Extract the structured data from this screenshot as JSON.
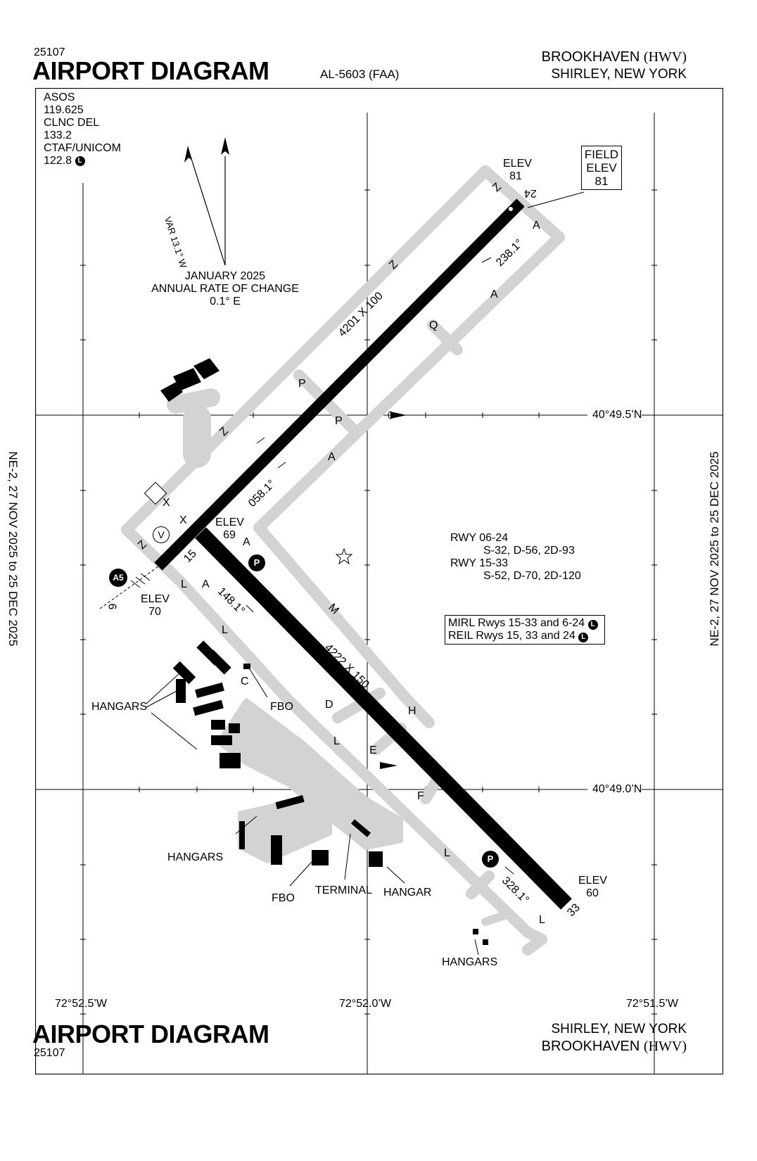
{
  "header": {
    "procedure_number_top": "25107",
    "title_top": "AIRPORT DIAGRAM",
    "chart_id": "AL-5603 (FAA)",
    "airport_top": "BROOKHAVEN",
    "ident_top": "(HWV)",
    "city_top": "SHIRLEY, NEW YORK"
  },
  "footer": {
    "title_bottom": "AIRPORT DIAGRAM",
    "procedure_number_bottom": "25107",
    "city_bottom": "SHIRLEY, NEW YORK",
    "airport_bottom": "BROOKHAVEN",
    "ident_bottom": "(HWV)"
  },
  "margins": {
    "left_effective": "NE-2, 27 NOV 2025 to 25 DEC 2025",
    "right_effective": "NE-2, 27 NOV 2025 to 25 DEC 2025"
  },
  "frequencies": {
    "asos_label": "ASOS",
    "asos_freq": "119.625",
    "clnc_label": "CLNC DEL",
    "clnc_freq": "133.2",
    "ctaf_label": "CTAF/UNICOM",
    "ctaf_freq": "122.8",
    "lighting_symbol": "L"
  },
  "magnetic": {
    "variation": "VAR 13.1° W",
    "date": "JANUARY 2025",
    "rate_label": "ANNUAL RATE OF CHANGE",
    "rate_value": "0.1° E"
  },
  "field_elev": {
    "line1": "FIELD",
    "line2": "ELEV",
    "value": "81"
  },
  "coordinates": {
    "lat_north": "40°49.5’N",
    "lat_south": "40°49.0’N",
    "lon_west": "72°52.5’W",
    "lon_mid": "72°52.0’W",
    "lon_east": "72°51.5’W"
  },
  "runways": {
    "rwy_06_24_dims": "4201 X 100",
    "rwy_15_33_dims": "4222 X 150",
    "end_24_heading": "238.1°",
    "end_06_heading": "058.1°",
    "end_15_heading": "148.1°",
    "end_33_heading": "328.1°",
    "end_24_label": "24",
    "end_15_label": "15",
    "end_33_label": "33",
    "end_06_label": "6",
    "elev_24_label": "ELEV",
    "elev_24_value": "81",
    "elev_15_label": "ELEV",
    "elev_15_value": "69",
    "elev_06_label": "ELEV",
    "elev_06_value": "70",
    "elev_33_label": "ELEV",
    "elev_33_value": "60"
  },
  "strength": {
    "rwy1": "RWY 06-24",
    "rwy1_values": "S-32, D-56, 2D-93",
    "rwy2": "RWY 15-33",
    "rwy2_values": "S-52, D-70, 2D-120"
  },
  "lighting": {
    "line1": "MIRL Rwys 15-33 and 6-24",
    "line2": "REIL Rwys 15, 33 and 24",
    "symbol": "L"
  },
  "taxiways": {
    "Z": "Z",
    "A": "A",
    "Q": "Q",
    "P": "P",
    "X": "X",
    "L": "L",
    "M": "M",
    "D": "D",
    "H": "H",
    "E": "E",
    "F": "F",
    "C": "C"
  },
  "symbols": {
    "vor": "V",
    "parking": "P",
    "approach": "A5"
  },
  "facilities": {
    "hangars_1": "HANGARS",
    "fbo_1": "FBO",
    "hangars_2": "HANGARS",
    "fbo_2": "FBO",
    "terminal": "TERMINAL",
    "hangar_single": "HANGAR",
    "hangars_3": "HANGARS"
  },
  "colors": {
    "pavement": "#d3d3d3",
    "runway": "#000000",
    "ink": "#000000"
  }
}
